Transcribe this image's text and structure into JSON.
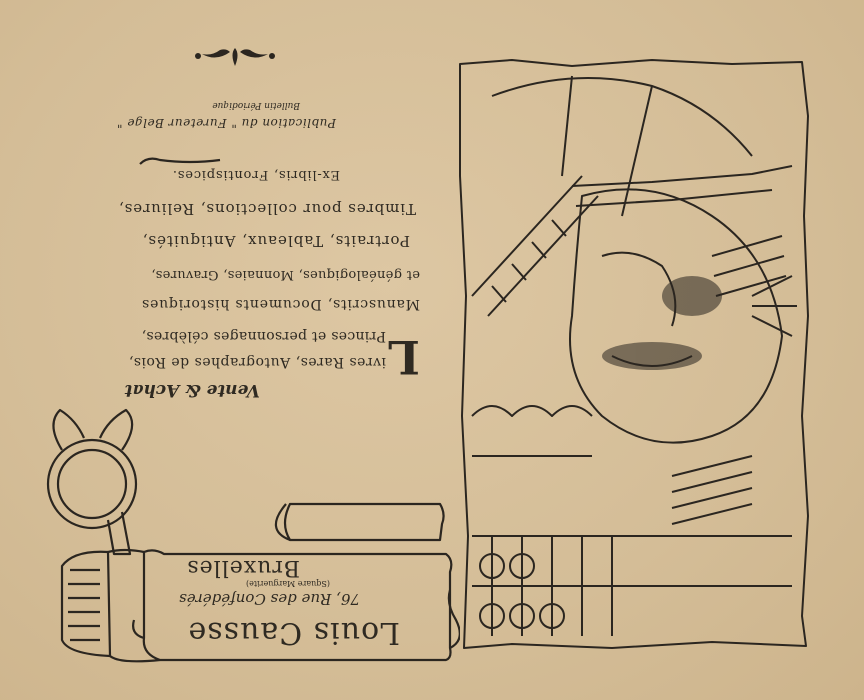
{
  "orientation": "upside-down (rotated 180°)",
  "header": {
    "name": "Louis Causse",
    "address": "76, Rue des Confédérés",
    "address_note": "(Square Marguerite)",
    "city": "Bruxelles"
  },
  "heading": "Vente & Achat",
  "body_lines": [
    "ivres Rares, Autographes de Rois,",
    "Princes et personnages célèbres,",
    "Manuscrits, Documents historiques",
    "et généalogiques, Monnaies, Gravures,",
    "Portraits, Tableaux, Antiquités,",
    "Timbres pour collections, Reliures,",
    "Ex-libris, Frontispices."
  ],
  "drop_cap": "L",
  "footer": {
    "publication": "Publication du \" Fureteur Belge \"",
    "bulletin": "Bulletin Périodique"
  },
  "colors": {
    "paper": "#d7c09c",
    "ink": "#2e2a24"
  },
  "illustration": {
    "description_icon": "engraving-icon"
  }
}
